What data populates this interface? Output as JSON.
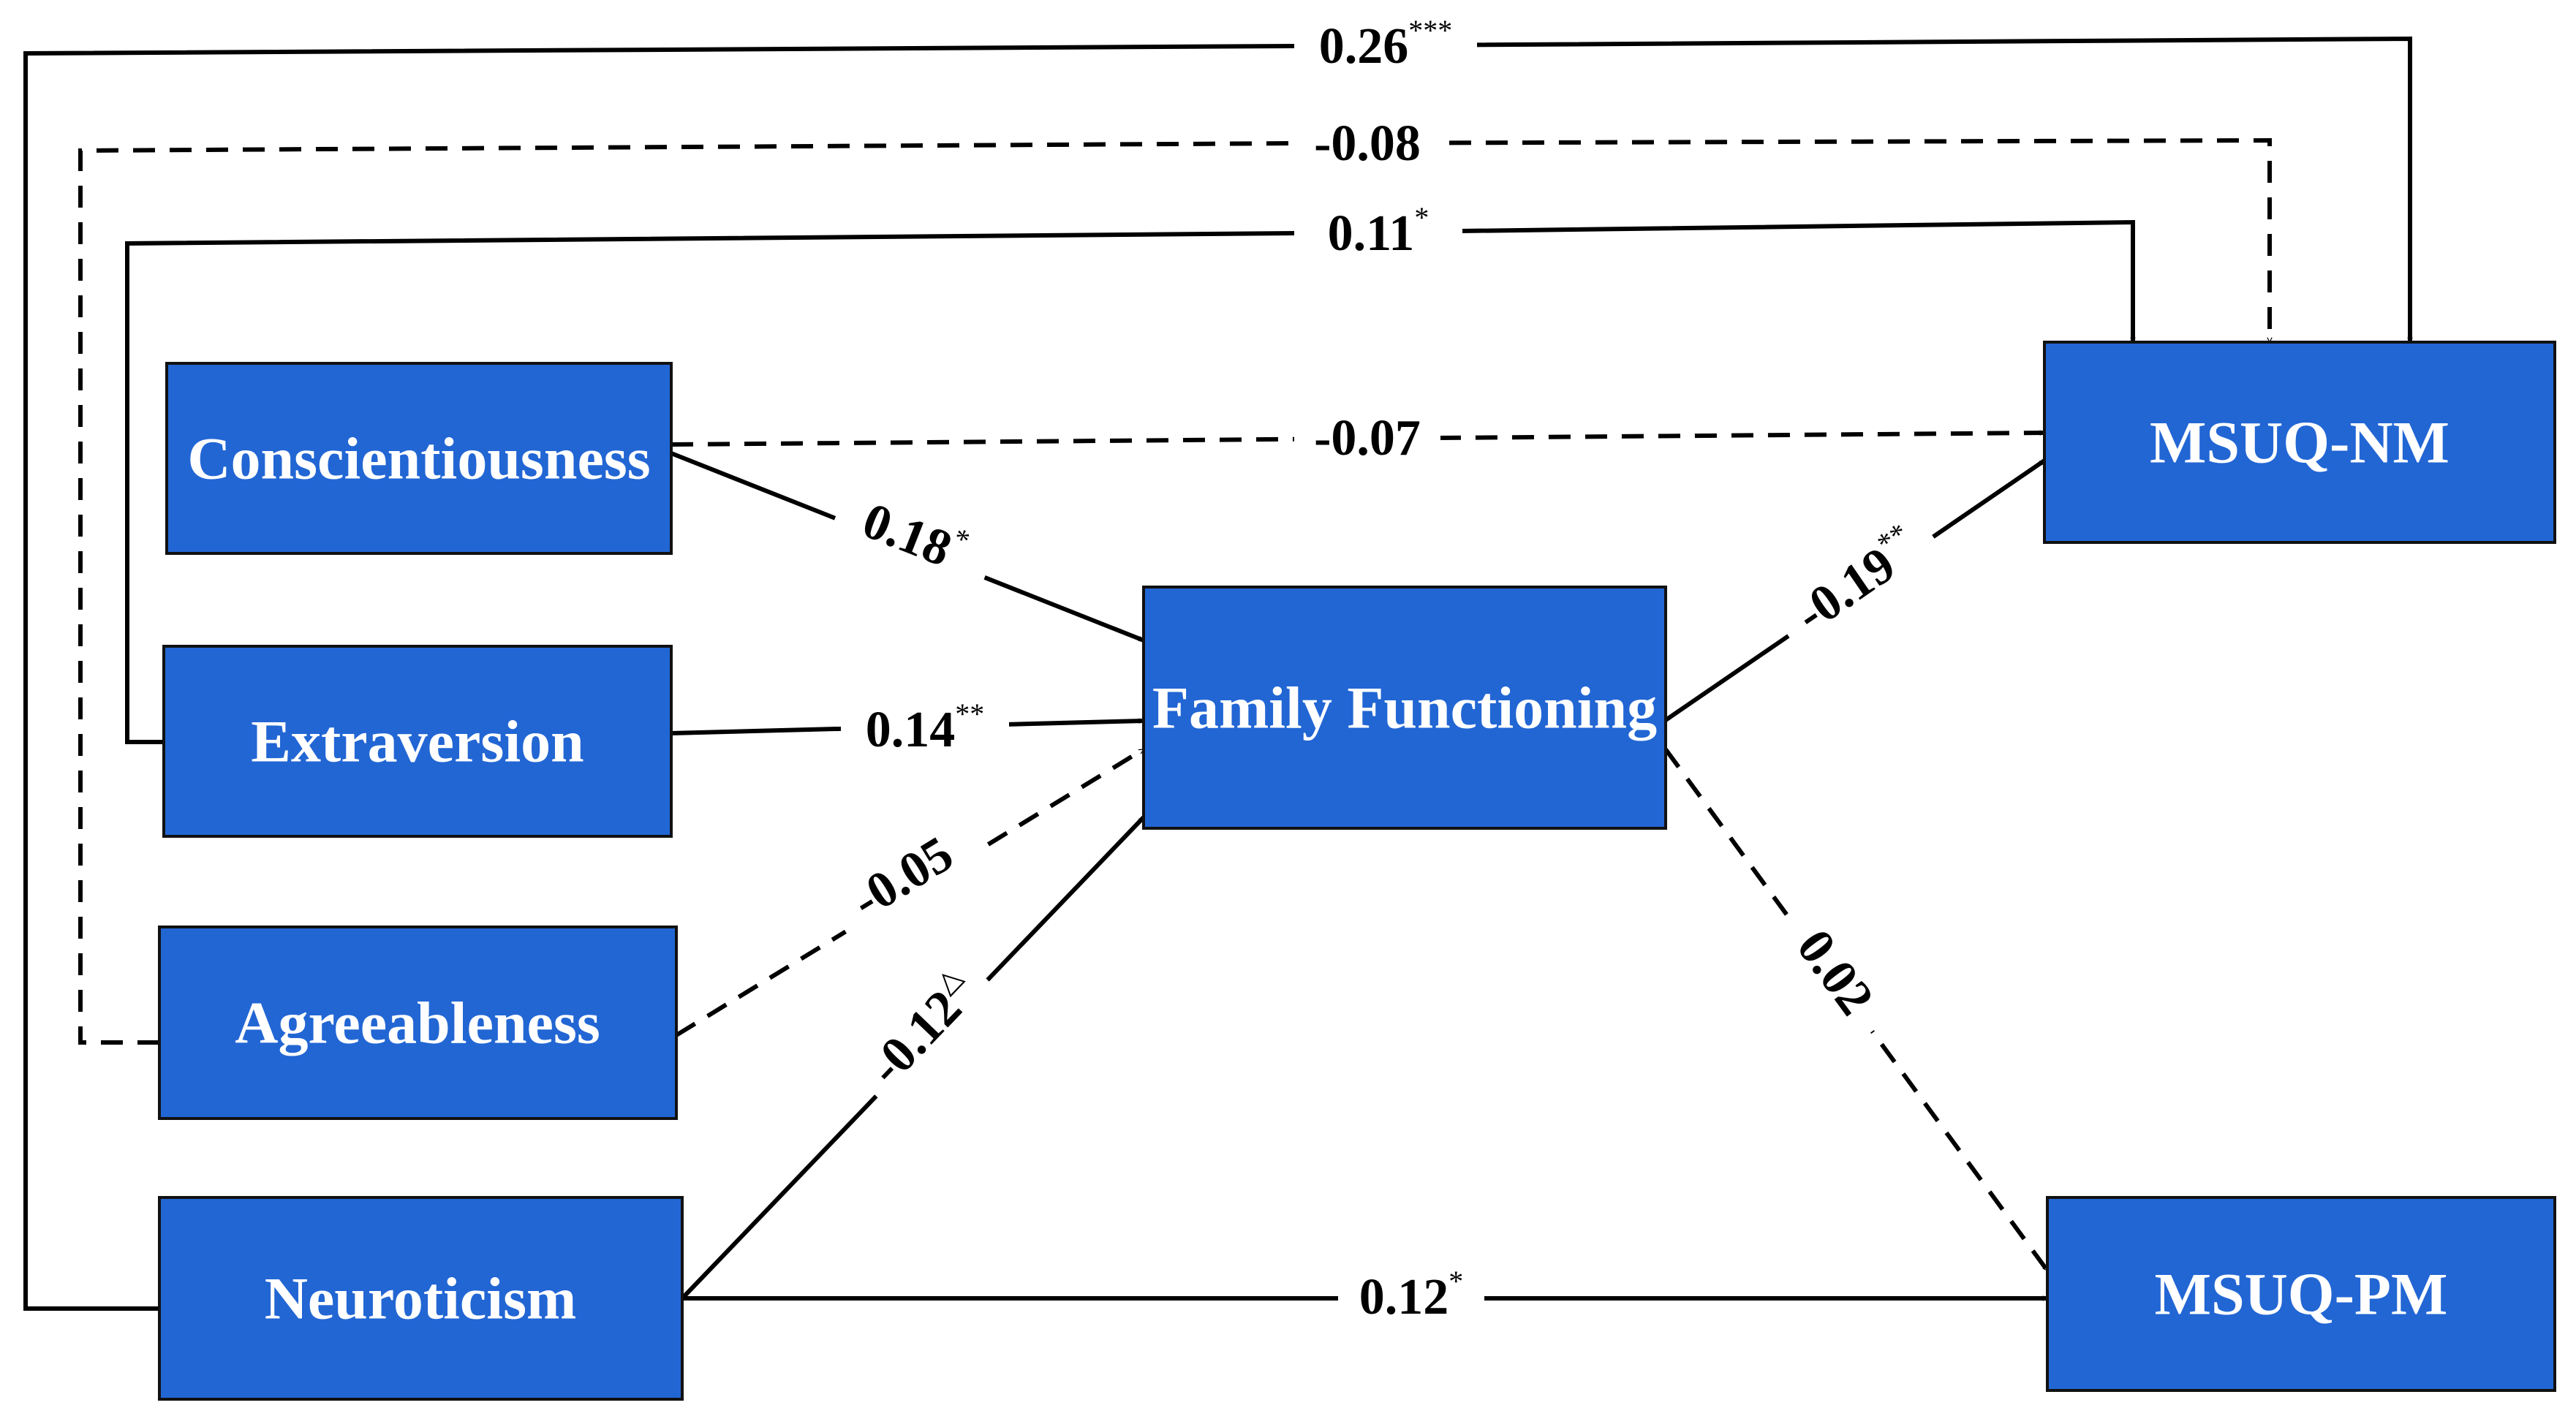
{
  "nodes": {
    "conscientiousness": "Conscientiousness",
    "extraversion": "Extraversion",
    "agreeableness": "Agreeableness",
    "neuroticism": "Neuroticism",
    "family_functioning": "Family Functioning",
    "msuq_nm": "MSUQ-NM",
    "msuq_pm": "MSUQ-PM"
  },
  "paths": [
    {
      "from": "Neuroticism",
      "to": "MSUQ-NM",
      "coef": "0.26",
      "sig": "***",
      "style": "solid"
    },
    {
      "from": "Agreeableness",
      "to": "MSUQ-NM",
      "coef": "-0.08",
      "sig": "",
      "style": "dashed"
    },
    {
      "from": "Extraversion",
      "to": "MSUQ-NM",
      "coef": "0.11",
      "sig": "*",
      "style": "solid"
    },
    {
      "from": "Conscientiousness",
      "to": "MSUQ-NM",
      "coef": "-0.07",
      "sig": "",
      "style": "dashed"
    },
    {
      "from": "Conscientiousness",
      "to": "Family Functioning",
      "coef": "0.18",
      "sig": "*",
      "style": "solid"
    },
    {
      "from": "Extraversion",
      "to": "Family Functioning",
      "coef": "0.14",
      "sig": "**",
      "style": "solid"
    },
    {
      "from": "Agreeableness",
      "to": "Family Functioning",
      "coef": "-0.05",
      "sig": "",
      "style": "dashed"
    },
    {
      "from": "Neuroticism",
      "to": "Family Functioning",
      "coef": "-0.12",
      "sig": "△",
      "style": "solid"
    },
    {
      "from": "Family Functioning",
      "to": "MSUQ-NM",
      "coef": "-0.19",
      "sig": "**",
      "style": "solid"
    },
    {
      "from": "Family Functioning",
      "to": "MSUQ-PM",
      "coef": "0.02",
      "sig": "",
      "style": "dashed"
    },
    {
      "from": "Neuroticism",
      "to": "MSUQ-PM",
      "coef": "0.12",
      "sig": "*",
      "style": "solid"
    }
  ]
}
